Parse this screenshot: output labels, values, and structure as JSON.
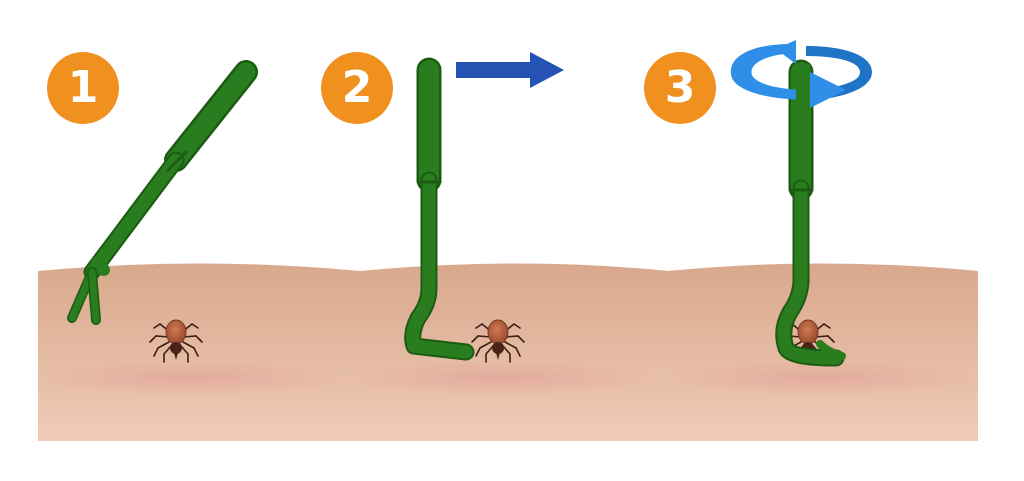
{
  "steps": [
    {
      "number": "1",
      "action": "insert"
    },
    {
      "number": "2",
      "action": "push"
    },
    {
      "number": "3",
      "action": "rotate"
    }
  ],
  "colors": {
    "badge": "#f0901e",
    "tool": "#2a7d1e",
    "tool_dark": "#1c5c12",
    "tool_light": "#3c9a2c",
    "skin": "#dcae93",
    "skin_light": "#edc8b3",
    "arrow_push": "#2553b3",
    "arrow_rotate": "#2f8fe8",
    "tick_body": "#b35a3a",
    "tick_head": "#4a2416"
  },
  "icons": {
    "push": "arrow-right-icon",
    "rotate": "rotate-arrow-icon",
    "tool": "tick-remover-hook",
    "parasite": "tick-icon"
  }
}
